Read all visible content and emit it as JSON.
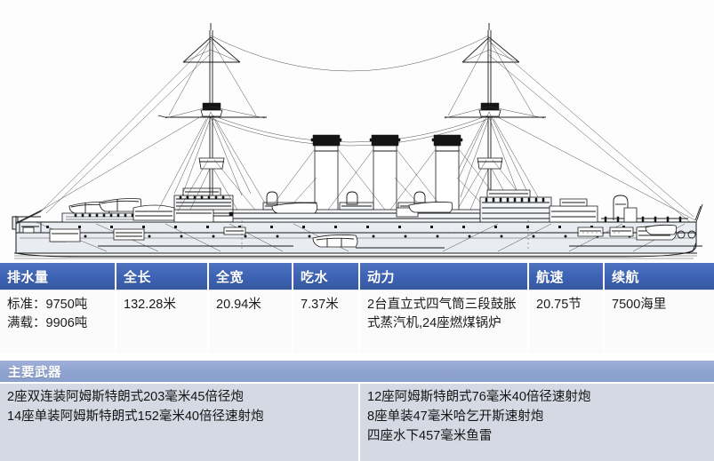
{
  "illustration": {
    "name": "armored-cruiser-profile-line-drawing",
    "description": "Side profile technical line drawing of a three-funnel, two-mast armored cruiser",
    "funnels": 3,
    "masts": 2
  },
  "table": {
    "headers": [
      {
        "key": "displacement",
        "label": "排水量"
      },
      {
        "key": "length",
        "label": "全长"
      },
      {
        "key": "beam",
        "label": "全宽"
      },
      {
        "key": "draft",
        "label": "吃水"
      },
      {
        "key": "power",
        "label": "动力"
      },
      {
        "key": "speed",
        "label": "航速"
      },
      {
        "key": "range",
        "label": "续航"
      }
    ],
    "values": {
      "displacement": "标准：9750吨\n满载：9906吨",
      "length": "132.28米",
      "beam": "20.94米",
      "draft": "7.37米",
      "power": "2台直立式四气筒三段鼓胀式蒸汽机,24座燃煤锅炉",
      "speed": "20.75节",
      "range": "7500海里"
    }
  },
  "weapons": {
    "header": "主要武器",
    "left": [
      "2座双连装阿姆斯特朗式203毫米45倍径炮",
      "14座单装阿姆斯特朗式152毫米40倍径速射炮"
    ],
    "right": [
      "12座阿姆斯特朗式76毫米40倍径速射炮",
      "8座单装47毫米哈乞开斯速射炮",
      "四座水下457毫米鱼雷"
    ]
  },
  "colors": {
    "header_blue": "#3c62b4",
    "weapons_header_blue": "#8fa3cf",
    "weapons_cell_gray": "#d5d9e4",
    "cell_bg": "#fbfbfc",
    "page_bg": "#fefefe"
  }
}
